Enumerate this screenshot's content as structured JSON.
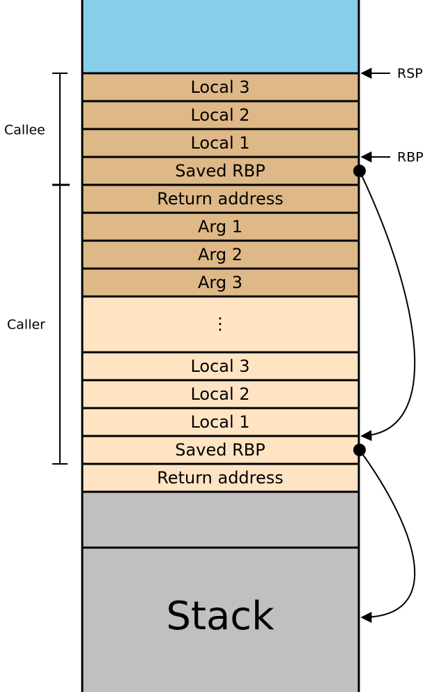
{
  "colors": {
    "free": "#87CEEB",
    "callee_frame": "#DEB887",
    "caller_frame": "#FFE4C4",
    "stack": "#C0C0C0",
    "border": "#000000"
  },
  "cells": {
    "callee_local3": "Local 3",
    "callee_local2": "Local 2",
    "callee_local1": "Local 1",
    "callee_saved_rbp": "Saved RBP",
    "callee_return": "Return address",
    "arg1": "Arg 1",
    "arg2": "Arg 2",
    "arg3": "Arg 3",
    "ellipsis": "⋮",
    "caller_local3": "Local 3",
    "caller_local2": "Local 2",
    "caller_local1": "Local 1",
    "caller_saved_rbp": "Saved RBP",
    "caller_return": "Return address",
    "stack": "Stack"
  },
  "pointers": {
    "rsp": "RSP",
    "rbp": "RBP"
  },
  "brackets": {
    "callee": "Callee",
    "caller": "Caller"
  }
}
